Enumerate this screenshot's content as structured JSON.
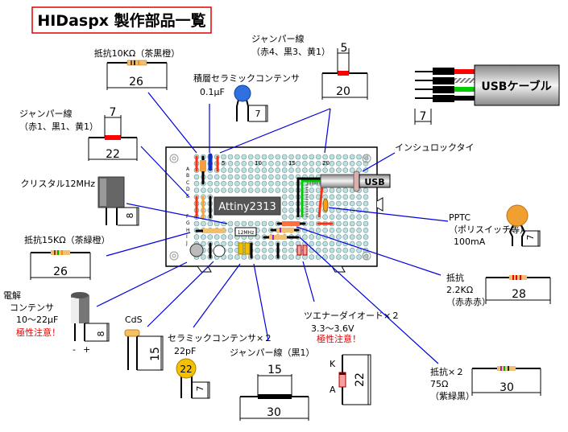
{
  "title": "HIDaspx 製作部品一覧",
  "colors": {
    "title_border": "#e00000",
    "leader": "#0000e0",
    "warning": "#e00000",
    "board": "#ffffff",
    "chip": "#555555"
  },
  "parts": {
    "r10k": {
      "label": "抵抗10KΩ（茶黒橙）",
      "dim": "26"
    },
    "mlcc": {
      "label1": "積層セラミックコンテンサ",
      "label2": "0.1μF",
      "dim": "7"
    },
    "jumper_main": {
      "label1": "ジャンパー線",
      "label2": "（赤4、黒3、黄1）",
      "dim_top": "5",
      "dim_bottom": "20"
    },
    "usb_cable": {
      "label": "USBケーブル",
      "dim": "7"
    },
    "jumper_small": {
      "label1": "ジャンパー線",
      "label2": "（赤1、黒1、黄1）",
      "dim_top": "7",
      "dim_bottom": "22"
    },
    "tie": {
      "label": "インシュロックタイ",
      "tag": "USB"
    },
    "crystal": {
      "label": "クリスタル12MHz",
      "dim": "8",
      "mark": "12MHz"
    },
    "r15k": {
      "label": "抵抗15KΩ（茶緑橙）",
      "dim": "26"
    },
    "pptc": {
      "label1": "PPTC",
      "label2": "（ポリスイッチ等）",
      "label3": "100mA",
      "dim": "7"
    },
    "r22k": {
      "label1": "抵抗",
      "label2": "2.2KΩ",
      "label3": "（赤赤赤）",
      "dim": "28"
    },
    "elcap": {
      "label1": "電解",
      "label2": "コンテンサ",
      "label3": "10～22μF",
      "warning": "極性注意！",
      "dim": "8",
      "minus": "-",
      "plus": "+"
    },
    "cds": {
      "label": "CdS",
      "dim": "15"
    },
    "ceramic": {
      "label1": "セラミックコンテンサ×２",
      "label2": "22pF",
      "mark": "22",
      "dim": "7"
    },
    "jumper_black": {
      "label": "ジャンパー線（黒1）",
      "dim_top": "15",
      "dim_bottom": "30"
    },
    "zener": {
      "label1": "ツエナーダイオード×２",
      "label2": "3.3～3.6V",
      "warning": "極性注意！",
      "k": "K",
      "a": "A",
      "dim": "22"
    },
    "r75": {
      "label1": "抵抗×２",
      "label2": "75Ω",
      "label3": "（紫緑黒）",
      "dim": "30"
    }
  },
  "board": {
    "chip": "Attiny2313",
    "rows": [
      "A",
      "B",
      "C",
      "D",
      "E",
      "F",
      "G",
      "H",
      "I",
      "J"
    ],
    "cols": [
      "5",
      "10",
      "15",
      "20"
    ]
  }
}
